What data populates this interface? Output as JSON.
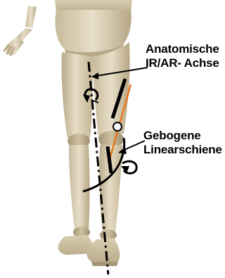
{
  "labels": {
    "anatomical_axis": {
      "line1": "Anatomische",
      "line2": "IR/AR- Achse"
    },
    "curved_splint": {
      "line1": "Gebogene",
      "line2": "Linearschiene"
    }
  },
  "colors": {
    "background": "#ffffff",
    "wood_light": "#e3d9c1",
    "wood_mid": "#cdbf9f",
    "wood_shadow": "#a8997a",
    "orange_splint": "#e8761e",
    "annotation": "#000000"
  },
  "icons": {
    "rotation_upper": "curved-rotation-arrow-icon",
    "rotation_lower": "curved-rotation-arrow-icon"
  }
}
